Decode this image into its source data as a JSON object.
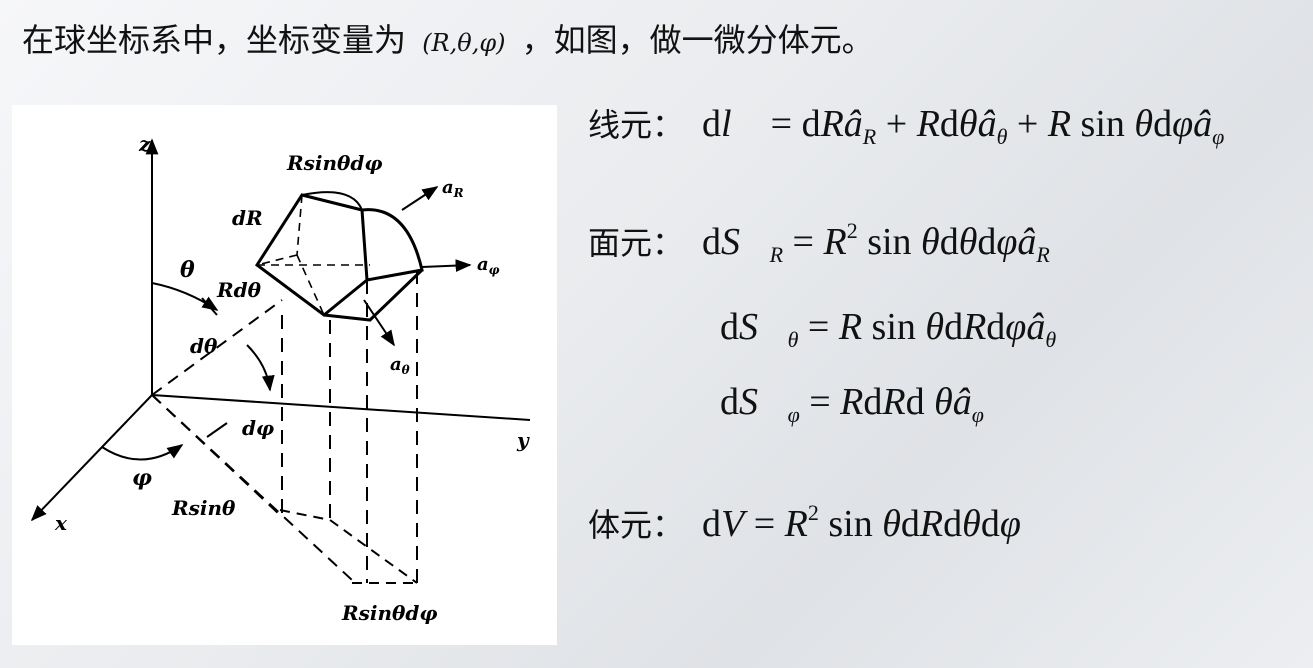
{
  "title": {
    "prefix": "在球坐标系中，坐标变量为",
    "coords": "(R,θ,φ)",
    "suffix": "，如图，做一微分体元。"
  },
  "figure": {
    "labels": {
      "z": "z",
      "y": "y",
      "x": "x",
      "theta": "θ",
      "dtheta": "dθ",
      "phi": "φ",
      "dphi": "dφ",
      "dR": "dR",
      "Rdtheta": "Rdθ",
      "Rsintheta": "Rsinθ",
      "Rsinthetadphi_top": "Rsinθdφ",
      "Rsinthetadphi_bottom": "Rsinθdφ",
      "aR": "a",
      "aR_sub": "R",
      "aphi": "a",
      "aphi_sub": "φ",
      "atheta": "a",
      "atheta_sub": "θ"
    }
  },
  "formulas": {
    "line": {
      "label": "线元：",
      "expr_html": "d<span class='it'>l&#x20D7;</span> = d<span class='it'>R</span><span class='it'>â</span><sub class='it'>R</sub> + <span class='it'>R</span>d<span class='it'>θ</span><span class='it'>â</span><sub class='it'>θ</sub> + <span class='it'>R</span> sin <span class='it'>θ</span>d<span class='it'>φ</span><span class='it'>â</span><sub class='it'>φ</sub>"
    },
    "surface": {
      "label": "面元：",
      "R": "d<span class='it'>S&#x20D7;</span><sub class='it'>R</sub> = <span class='it'>R</span><sup>2</sup> sin <span class='it'>θ</span>d<span class='it'>θ</span>d<span class='it'>φ</span><span class='it'>â</span><sub class='it'>R</sub>",
      "theta": "d<span class='it'>S&#x20D7;</span><sub class='it'>θ</sub> = <span class='it'>R</span> sin <span class='it'>θ</span>d<span class='it'>R</span>d<span class='it'>φ</span><span class='it'>â</span><sub class='it'>θ</sub>",
      "phi": "d<span class='it'>S&#x20D7;</span><sub class='it'>φ</sub> = <span class='it'>R</span>d<span class='it'>R</span>d <span class='it'>θ</span><span class='it'>â</span><sub class='it'>φ</sub>"
    },
    "volume": {
      "label": "体元：",
      "expr_html": "d<span class='it'>V</span> = <span class='it'>R</span><sup>2</sup> sin <span class='it'>θ</span>d<span class='it'>R</span>d<span class='it'>θ</span>d<span class='it'>φ</span>"
    }
  }
}
